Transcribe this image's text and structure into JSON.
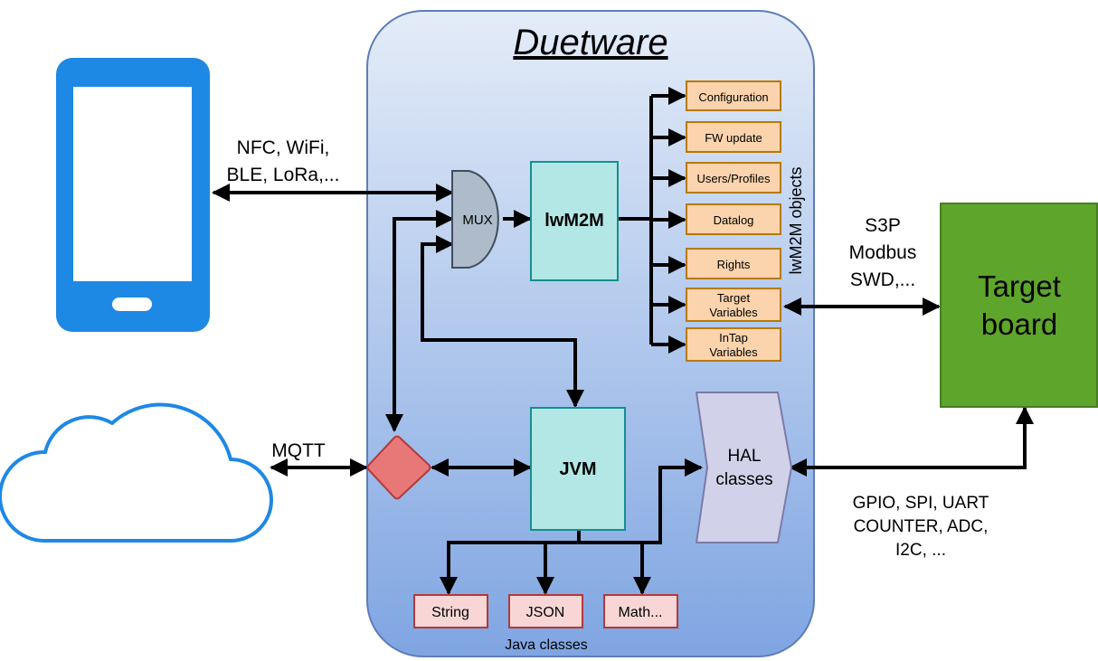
{
  "title": "Duetware",
  "phone_link": {
    "line1": "NFC, WiFi,",
    "line2": "BLE, LoRa,..."
  },
  "cloud_link": "MQTT",
  "mux": "MUX",
  "lwm2m": "lwM2M",
  "jvm": "JVM",
  "objects_caption": "lwM2M objects",
  "objects": [
    "Configuration",
    "FW update",
    "Users/Profiles",
    "Datalog",
    "Rights",
    "Target Variables",
    "InTap Variables"
  ],
  "java_classes": {
    "items": [
      "String",
      "JSON",
      "Math..."
    ],
    "caption": "Java classes"
  },
  "hal": {
    "line1": "HAL",
    "line2": "classes"
  },
  "target_link": {
    "line1": "S3P",
    "line2": "Modbus",
    "line3": "SWD,..."
  },
  "target": {
    "line1": "Target",
    "line2": "board"
  },
  "hal_link": {
    "line1": "GPIO, SPI, UART",
    "line2": "COUNTER, ADC,",
    "line3": "I2C, ..."
  },
  "colors": {
    "duetware_top": "#e4ecf8",
    "duetware_bottom": "#7fa5e2",
    "duetware_border": "#5d7db8",
    "block_fill": "#b2e7e6",
    "block_border": "#158f8d",
    "object_fill": "#fbd3ac",
    "object_border": "#b87900",
    "class_fill": "#f9d6d6",
    "class_border": "#b13a3a",
    "hal_fill": "#d1d1ea",
    "hal_border": "#7b7ba6",
    "mux_fill": "#aebbca",
    "mux_border": "#404d5c",
    "diamond_fill": "#e87878",
    "diamond_border": "#b13a3a",
    "target_fill": "#5ea52b",
    "target_border": "#477f1f",
    "device_blue": "#1e88e5"
  },
  "icons": [
    "smartphone-icon",
    "cloud-icon"
  ]
}
